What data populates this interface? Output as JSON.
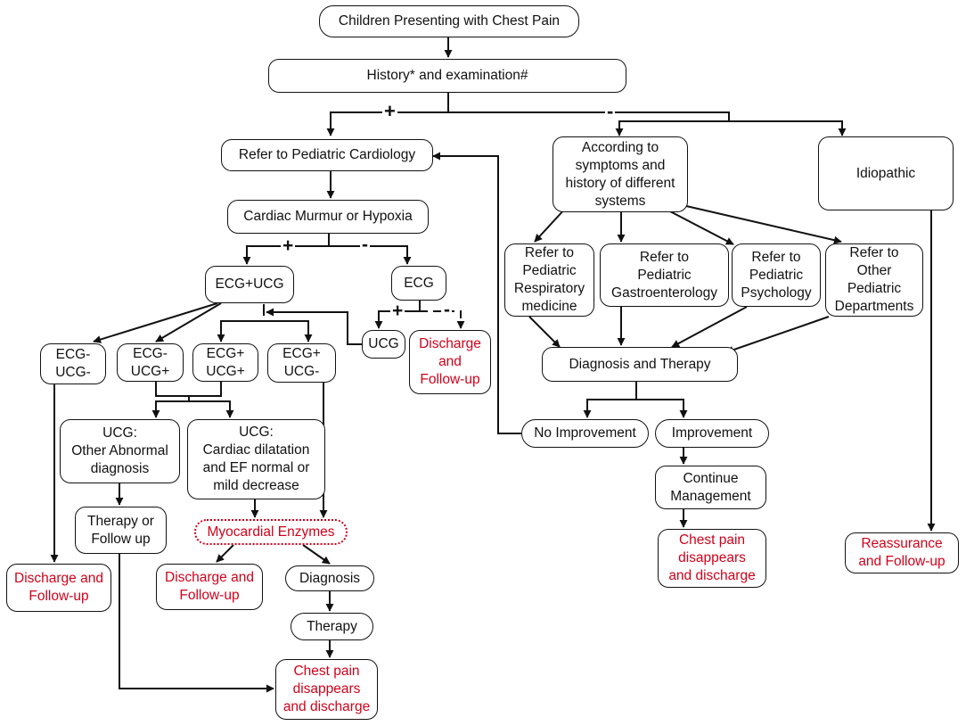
{
  "colors": {
    "ink": "#111111",
    "outcome": "#d0021b",
    "background": "#ffffff"
  },
  "nodes": {
    "start": "Children Presenting with Chest Pain",
    "history": "History* and examination#",
    "refer_cardiology": "Refer to Pediatric Cardiology",
    "symptoms": "According to\nsymptoms and\nhistory of different\nsystems",
    "idiopathic": "Idiopathic",
    "murmur": "Cardiac Murmur or Hypoxia",
    "ecg_ucg": "ECG+UCG",
    "ecg": "ECG",
    "ecg_neg_ucg_neg": "ECG-\nUCG-",
    "ecg_neg_ucg_pos": "ECG-\nUCG+",
    "ecg_pos_ucg_pos": "ECG+\nUCG+",
    "ecg_pos_ucg_neg": "ECG+\nUCG-",
    "ucg": "UCG",
    "discharge_ecg": "Discharge\nand\nFollow-up",
    "refer_respiratory": "Refer to\nPediatric\nRespiratory\nmedicine",
    "refer_gastro": "Refer to\nPediatric\nGastroenterology",
    "refer_psychology": "Refer to\nPediatric\nPsychology",
    "refer_other": "Refer to\nOther\nPediatric\nDepartments",
    "diagnosis_therapy": "Diagnosis and Therapy",
    "no_improvement": "No Improvement",
    "improvement": "Improvement",
    "continue_management": "Continue\nManagement",
    "chest_pain_right": "Chest pain\ndisappears\nand discharge",
    "reassurance": "Reassurance\nand Follow-up",
    "ucg_other": "UCG:\nOther Abnormal\ndiagnosis",
    "ucg_dilatation": "UCG:\nCardiac dilatation\nand EF normal or\nmild decrease",
    "therapy_follow": "Therapy or\nFollow up",
    "myocardial": "Myocardial Enzymes",
    "discharge_left": "Discharge and\nFollow-up",
    "discharge_mid": "Discharge and\nFollow-up",
    "diagnosis": "Diagnosis",
    "therapy": "Therapy",
    "chest_pain_left": "Chest pain\ndisappears\nand discharge"
  },
  "signs": {
    "history_pos": "+",
    "history_neg": "-",
    "murmur_pos": "+",
    "murmur_neg": "-",
    "ecg_pos": "+",
    "ecg_neg": "-"
  }
}
